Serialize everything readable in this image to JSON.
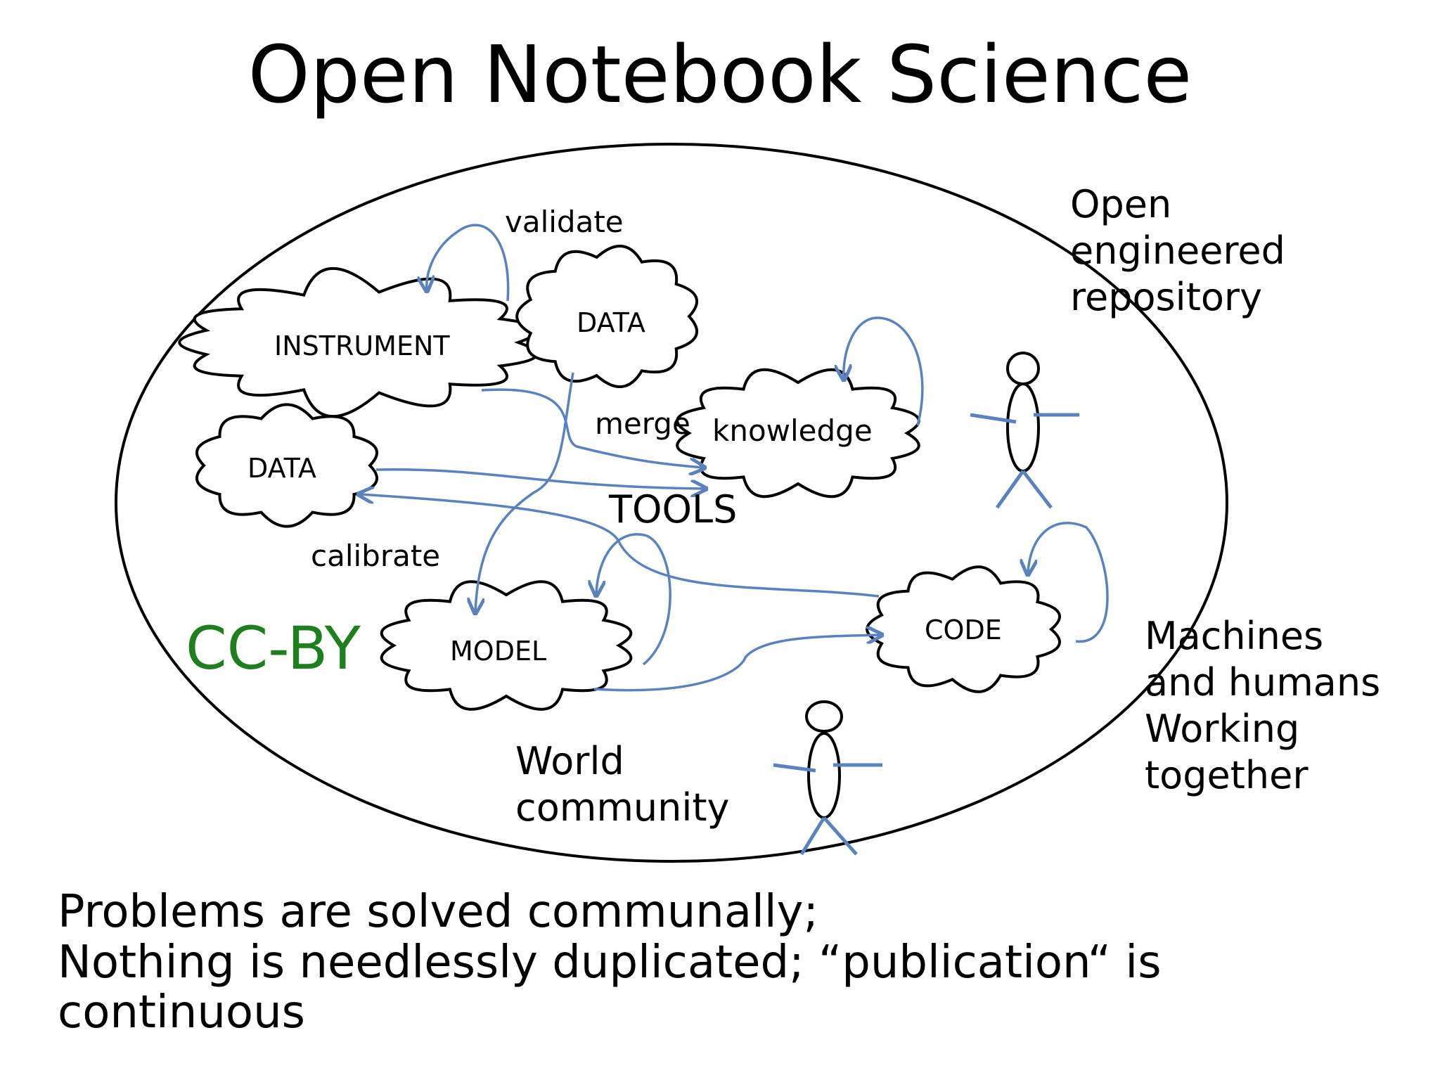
{
  "title": "Open Notebook Science",
  "colors": {
    "arrow": "#5b82be",
    "figure_limbs": "#5b82be",
    "outline": "#000000",
    "license": "#1f7f1f"
  },
  "nodes": {
    "instrument": "INSTRUMENT",
    "data_top": "DATA",
    "data_left": "DATA",
    "knowledge": "knowledge",
    "model": "MODEL",
    "code": "CODE"
  },
  "edge_labels": {
    "validate": "validate",
    "merge": "merge",
    "tools": "TOOLS",
    "calibrate": "calibrate"
  },
  "side_labels": {
    "repository": "Open\nengineered\nrepository",
    "machines": "Machines\nand humans\nWorking\ntogether",
    "community": "World\ncommunity"
  },
  "license": "CC-BY",
  "footer": "Problems are solved communally;\nNothing is needlessly duplicated; “publication“ is\ncontinuous"
}
